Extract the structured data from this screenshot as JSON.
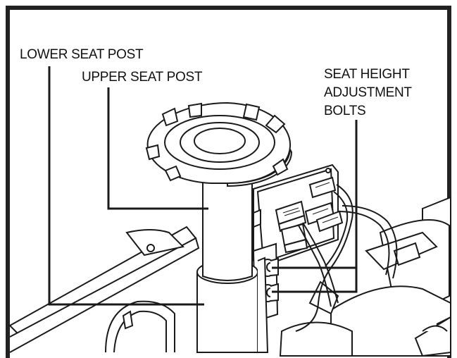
{
  "callouts": {
    "lower_seat_post": "LOWER SEAT POST",
    "upper_seat_post": "UPPER SEAT POST",
    "bolts_line1": "SEAT HEIGHT",
    "bolts_line2": "ADJUSTMENT",
    "bolts_line3": "BOLTS"
  },
  "colors": {
    "line": "#1a1a1a",
    "frame": "#222222",
    "background": "#ffffff"
  }
}
